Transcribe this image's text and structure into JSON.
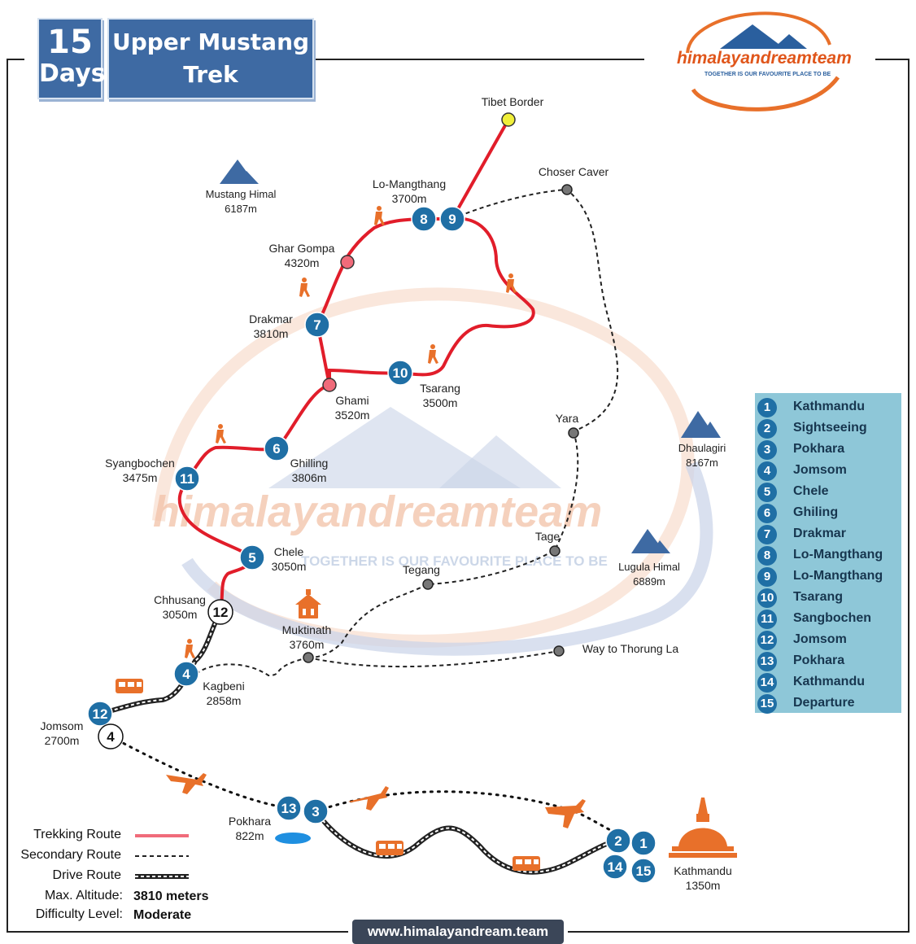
{
  "header": {
    "days_number": "15",
    "days_unit": "Days",
    "title_line1": "Upper Mustang",
    "title_line2": "Trek"
  },
  "logo": {
    "name": "himalayandreamteam",
    "tagline": "TOGETHER IS OUR FAVOURITE PLACE TO BE"
  },
  "watermark": {
    "name": "himalayandreamteam",
    "tagline": "TOGETHER IS OUR FAVOURITE PLACE TO BE"
  },
  "places": {
    "tibet_border": {
      "name": "Tibet Border"
    },
    "choser_caver": {
      "name": "Choser Caver"
    },
    "lo_mangthang": {
      "name": "Lo-Mangthang",
      "alt": "3700m"
    },
    "ghar_gompa": {
      "name": "Ghar Gompa",
      "alt": "4320m"
    },
    "drakmar": {
      "name": "Drakmar",
      "alt": "3810m"
    },
    "tsarang": {
      "name": "Tsarang",
      "alt": "3500m"
    },
    "ghami": {
      "name": "Ghami",
      "alt": "3520m"
    },
    "syangbochen": {
      "name": "Syangbochen",
      "alt": "3475m"
    },
    "ghilling": {
      "name": "Ghilling",
      "alt": "3806m"
    },
    "chele": {
      "name": "Chele",
      "alt": "3050m"
    },
    "chhusang": {
      "name": "Chhusang",
      "alt": "3050m"
    },
    "muktinath": {
      "name": "Muktinath",
      "alt": "3760m"
    },
    "tegang": {
      "name": "Tegang"
    },
    "tage": {
      "name": "Tage"
    },
    "yara": {
      "name": "Yara"
    },
    "thorung": {
      "name": "Way to Thorung La"
    },
    "kagbeni": {
      "name": "Kagbeni",
      "alt": "2858m"
    },
    "jomsom": {
      "name": "Jomsom",
      "alt": "2700m"
    },
    "pokhara": {
      "name": "Pokhara",
      "alt": "822m"
    },
    "kathmandu": {
      "name": "Kathmandu",
      "alt": "1350m"
    }
  },
  "mountains": [
    {
      "name": "Mustang Himal",
      "alt": "6187m"
    },
    {
      "name": "Dhaulagiri",
      "alt": "8167m"
    },
    {
      "name": "Lugula Himal",
      "alt": "6889m"
    }
  ],
  "markers": [
    "8",
    "9",
    "7",
    "10",
    "6",
    "11",
    "5",
    "12",
    "4",
    "12",
    "4",
    "13",
    "3",
    "2",
    "1",
    "14",
    "15"
  ],
  "itinerary": [
    {
      "day": "1",
      "name": "Kathmandu"
    },
    {
      "day": "2",
      "name": "Sightseeing"
    },
    {
      "day": "3",
      "name": "Pokhara"
    },
    {
      "day": "4",
      "name": "Jomsom"
    },
    {
      "day": "5",
      "name": "Chele"
    },
    {
      "day": "6",
      "name": "Ghiling"
    },
    {
      "day": "7",
      "name": "Drakmar"
    },
    {
      "day": "8",
      "name": "Lo-Mangthang"
    },
    {
      "day": "9",
      "name": "Lo-Mangthang"
    },
    {
      "day": "10",
      "name": "Tsarang"
    },
    {
      "day": "11",
      "name": "Sangbochen"
    },
    {
      "day": "12",
      "name": "Jomsom"
    },
    {
      "day": "13",
      "name": "Pokhara"
    },
    {
      "day": "14",
      "name": "Kathmandu"
    },
    {
      "day": "15",
      "name": "Departure"
    }
  ],
  "key": {
    "trekking": "Trekking Route",
    "secondary": "Secondary Route",
    "drive": "Drive Route",
    "altitude_label": "Max. Altitude:",
    "altitude_value": "3810 meters",
    "difficulty_label": "Difficulty Level:",
    "difficulty_value": "Moderate"
  },
  "website": "www.himalayandream.team",
  "colors": {
    "trek": "#e11d2a",
    "marker": "#1f6fa5",
    "legend_bg": "#8ec7d8",
    "title_bg": "#3e6aa3",
    "accent": "#e8702a"
  }
}
